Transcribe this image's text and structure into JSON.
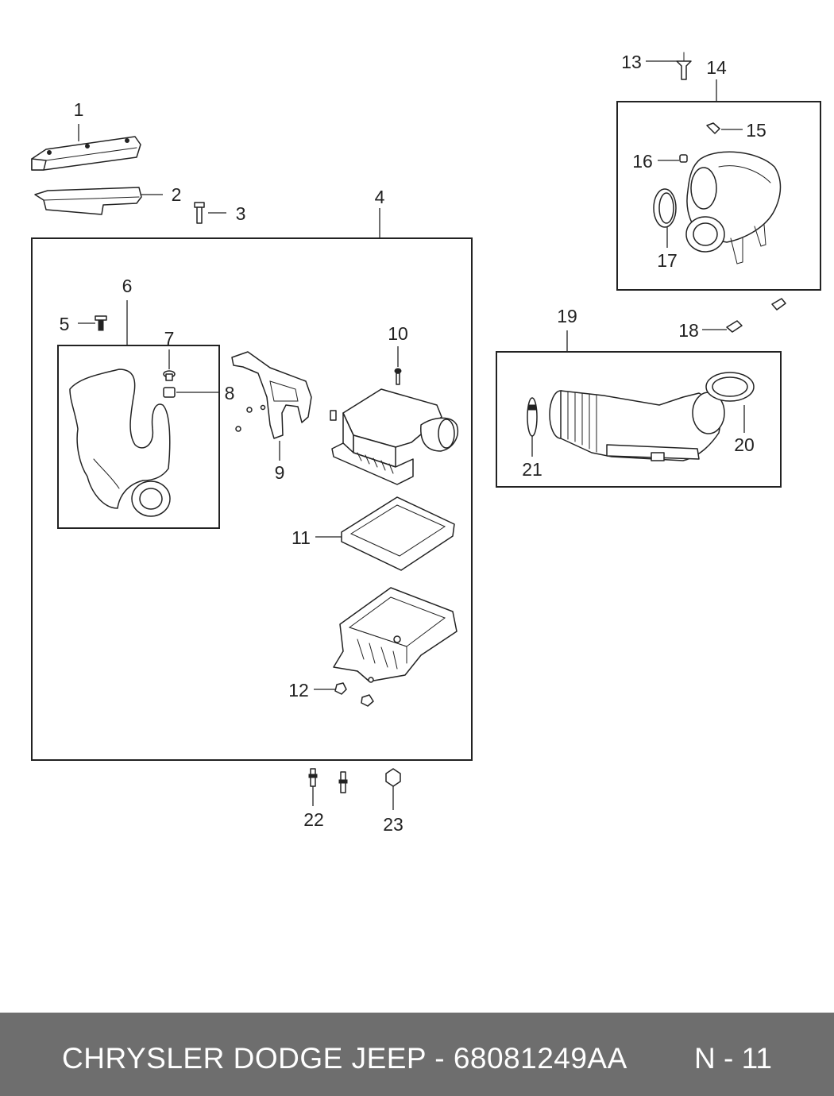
{
  "callouts": [
    {
      "id": "1",
      "text": "1"
    },
    {
      "id": "2",
      "text": "2"
    },
    {
      "id": "3",
      "text": "3"
    },
    {
      "id": "4",
      "text": "4"
    },
    {
      "id": "5",
      "text": "5"
    },
    {
      "id": "6",
      "text": "6"
    },
    {
      "id": "7",
      "text": "7"
    },
    {
      "id": "8",
      "text": "8"
    },
    {
      "id": "9",
      "text": "9"
    },
    {
      "id": "10",
      "text": "10"
    },
    {
      "id": "11",
      "text": "11"
    },
    {
      "id": "12",
      "text": "12"
    },
    {
      "id": "13",
      "text": "13"
    },
    {
      "id": "14",
      "text": "14"
    },
    {
      "id": "15",
      "text": "15"
    },
    {
      "id": "16",
      "text": "16"
    },
    {
      "id": "17",
      "text": "17"
    },
    {
      "id": "18",
      "text": "18"
    },
    {
      "id": "19",
      "text": "19"
    },
    {
      "id": "20",
      "text": "20"
    },
    {
      "id": "21",
      "text": "21"
    },
    {
      "id": "22",
      "text": "22"
    },
    {
      "id": "23",
      "text": "23"
    }
  ],
  "footer": {
    "brand_part": "CHRYSLER DODGE JEEP - 68081249AA",
    "page": "N - 11"
  },
  "colors": {
    "footer_bg": "#6e6e6e",
    "line": "#222222"
  }
}
